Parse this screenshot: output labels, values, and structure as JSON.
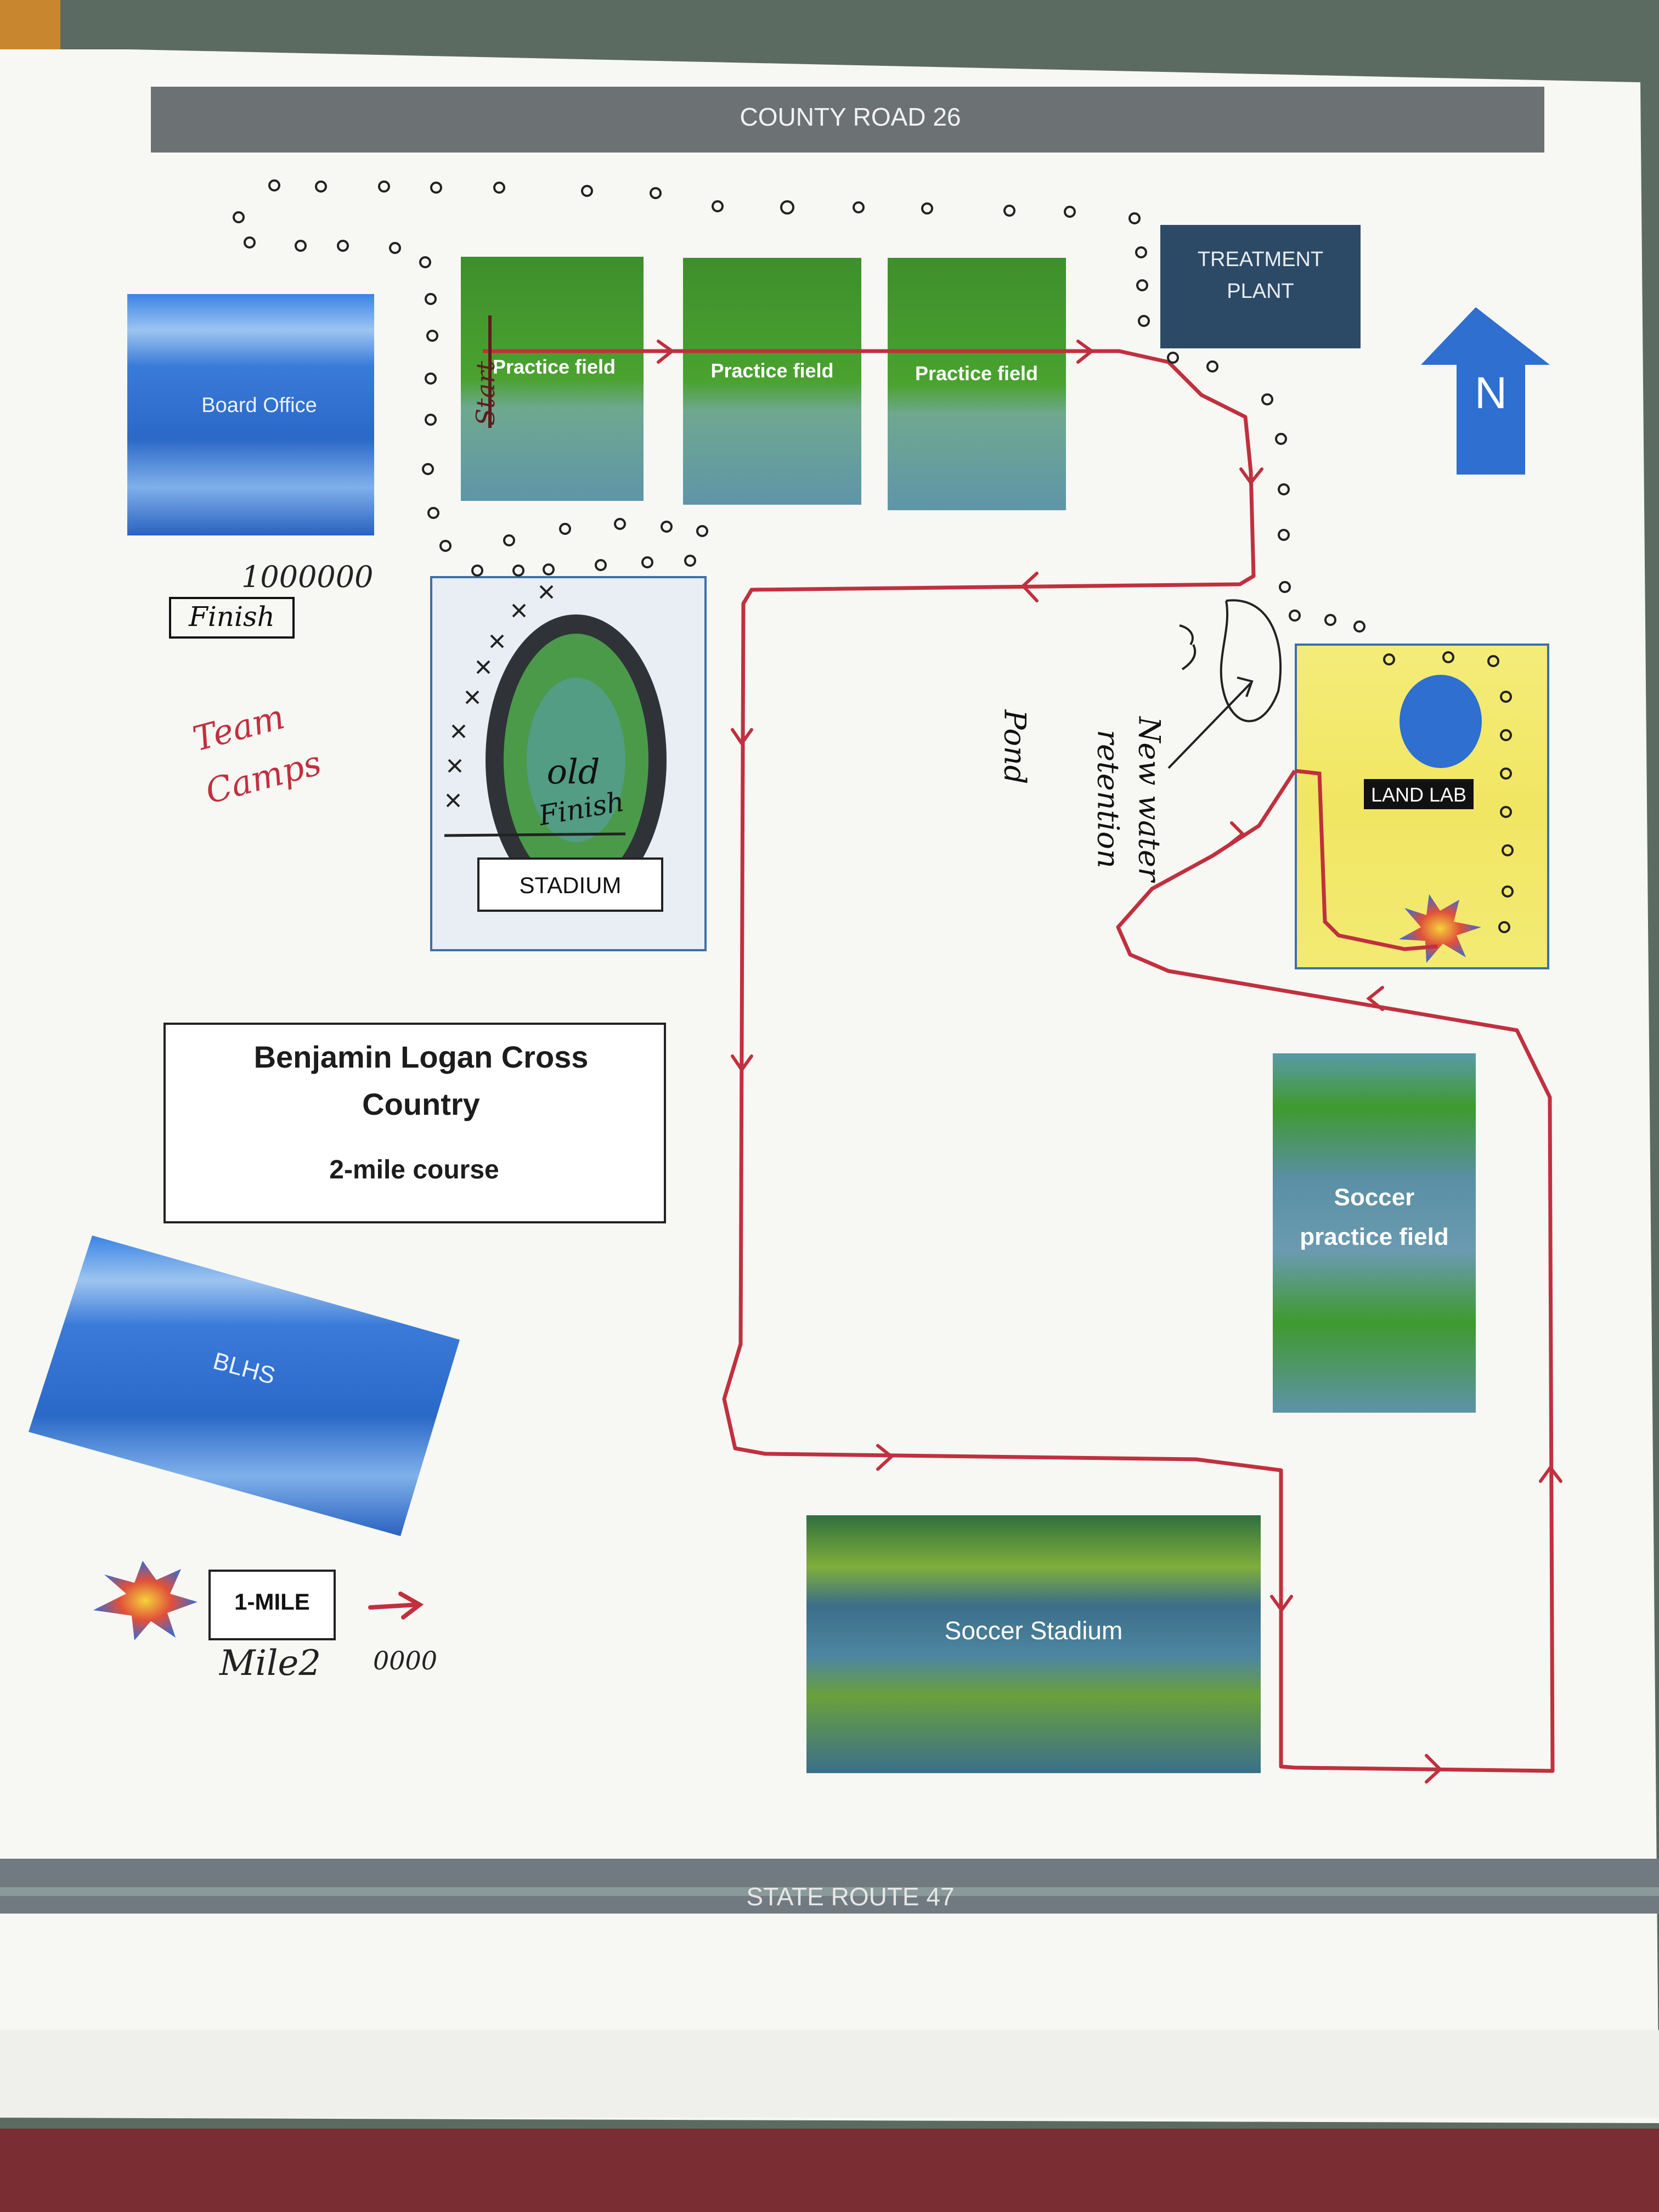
{
  "roads": {
    "north": "COUNTY ROAD 26",
    "south": "STATE ROUTE 47"
  },
  "buildings": {
    "board_office": "Board Office",
    "treatment_plant_line1": "TREATMENT",
    "treatment_plant_line2": "PLANT",
    "practice_field_1": "Practice field",
    "practice_field_2": "Practice field",
    "practice_field_3": "Practice field",
    "stadium": "STADIUM",
    "land_lab": "LAND LAB",
    "soccer_practice_line1": "Soccer",
    "soccer_practice_line2": "practice field",
    "soccer_stadium": "Soccer Stadium",
    "blhs": "BLHS"
  },
  "title_box": {
    "line1": "Benjamin Logan Cross",
    "line2": "Country",
    "subtitle": "2-mile course"
  },
  "compass": {
    "letter": "N"
  },
  "legend": {
    "mile_marker": "1-MILE",
    "mile2_note": "Mile2",
    "mile2_circles": "0000"
  },
  "handwritten": {
    "start": "Start",
    "finish": "Finish",
    "finish_count": "1000000",
    "team_camps_line1": "Team",
    "team_camps_line2": "Camps",
    "old": "old",
    "old_finish": "Finish",
    "pond_line1": "New water",
    "pond_line2": "retention",
    "pond_line3": "Pond"
  },
  "colors": {
    "route": "#c0303e",
    "road_bar": "#6b6f72",
    "building_blue": "#2f6fd0",
    "field_green": "#3f9a2e",
    "plant_navy": "#2c4a66",
    "land_lab_yellow": "#f1e86a"
  }
}
